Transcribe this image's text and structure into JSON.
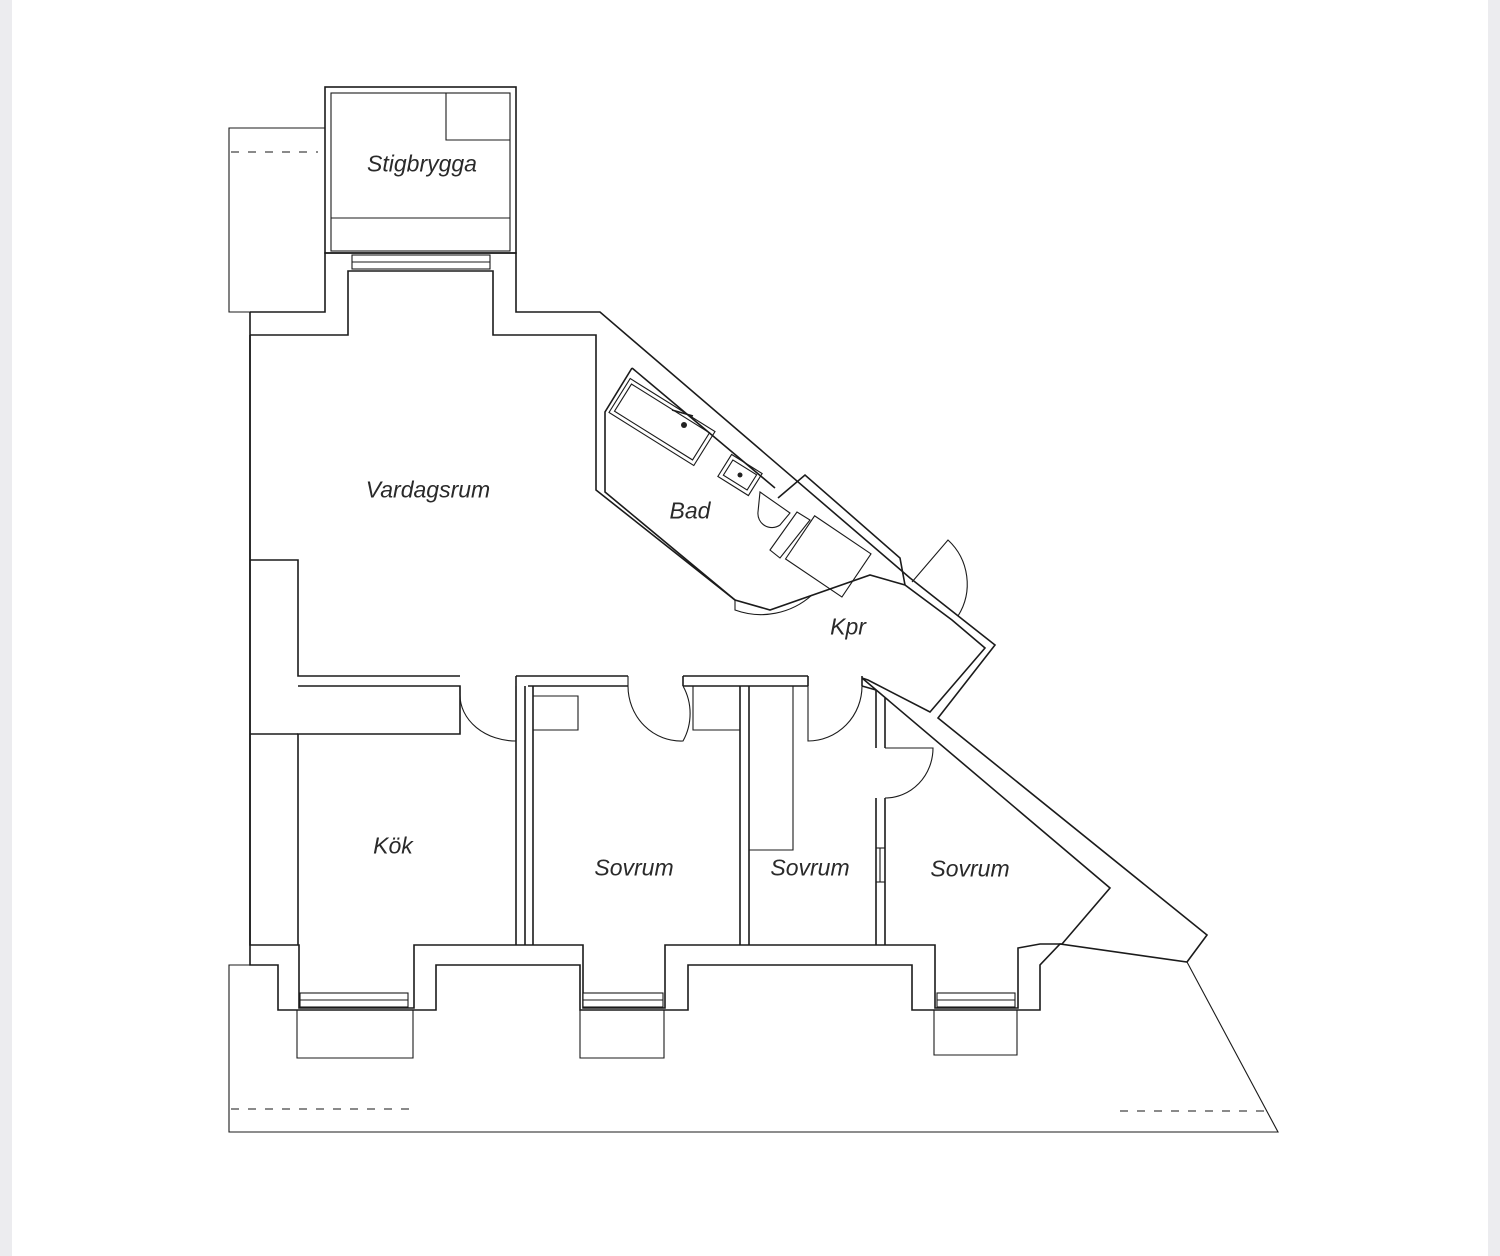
{
  "floorplan": {
    "rooms": [
      {
        "id": "stigbrygga",
        "label": "Stigbrygga"
      },
      {
        "id": "vardagsrum",
        "label": "Vardagsrum"
      },
      {
        "id": "bad",
        "label": "Bad"
      },
      {
        "id": "kpr",
        "label": "Kpr"
      },
      {
        "id": "kok",
        "label": "Kök"
      },
      {
        "id": "sovrum1",
        "label": "Sovrum"
      },
      {
        "id": "sovrum2",
        "label": "Sovrum"
      },
      {
        "id": "sovrum3",
        "label": "Sovrum"
      }
    ],
    "colors": {
      "line": "#1b1b1b",
      "background": "#ffffff",
      "frame": "#ececef"
    }
  }
}
